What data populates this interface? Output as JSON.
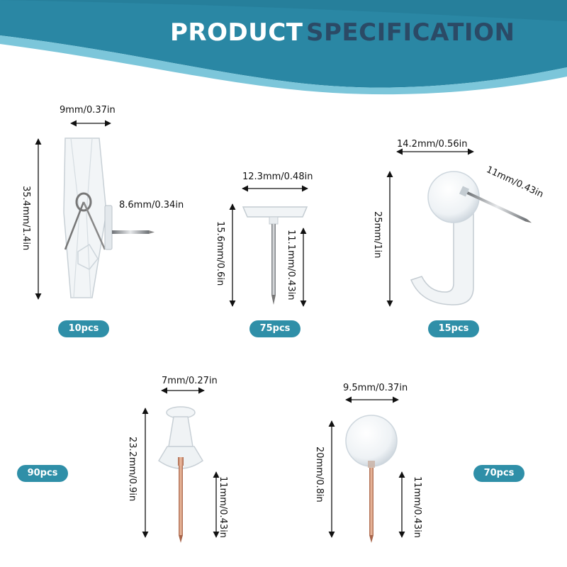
{
  "header": {
    "title_part1": "PRODUCT",
    "title_part2": "SPECIFICATION",
    "colors": {
      "banner": "#2a87a4",
      "banner_dark": "#1f6f8b",
      "wave_light": "#5ab8d0",
      "title_dark": "#2b4a66"
    }
  },
  "products": [
    {
      "name": "clip-pin",
      "dims": [
        "9mm/0.37in",
        "8.6mm/0.34in",
        "35.4mm/1.4in"
      ],
      "qty": "10pcs"
    },
    {
      "name": "flat-thumbtack",
      "dims": [
        "12.3mm/0.48in",
        "15.6mm/0.6in",
        "11.1mm/0.43in"
      ],
      "qty": "75pcs"
    },
    {
      "name": "hook-pin",
      "dims": [
        "14.2mm/0.56in",
        "11mm/0.43in",
        "25mm/1in"
      ],
      "qty": "15pcs"
    },
    {
      "name": "push-pin",
      "dims": [
        "7mm/0.27in",
        "23.2mm/0.9in",
        "11mm/0.43in"
      ],
      "qty": "90pcs"
    },
    {
      "name": "ball-pin",
      "dims": [
        "9.5mm/0.37in",
        "20mm/0.8in",
        "11mm/0.43in"
      ],
      "qty": "70pcs"
    }
  ],
  "badge_color": "#2f8fa8"
}
